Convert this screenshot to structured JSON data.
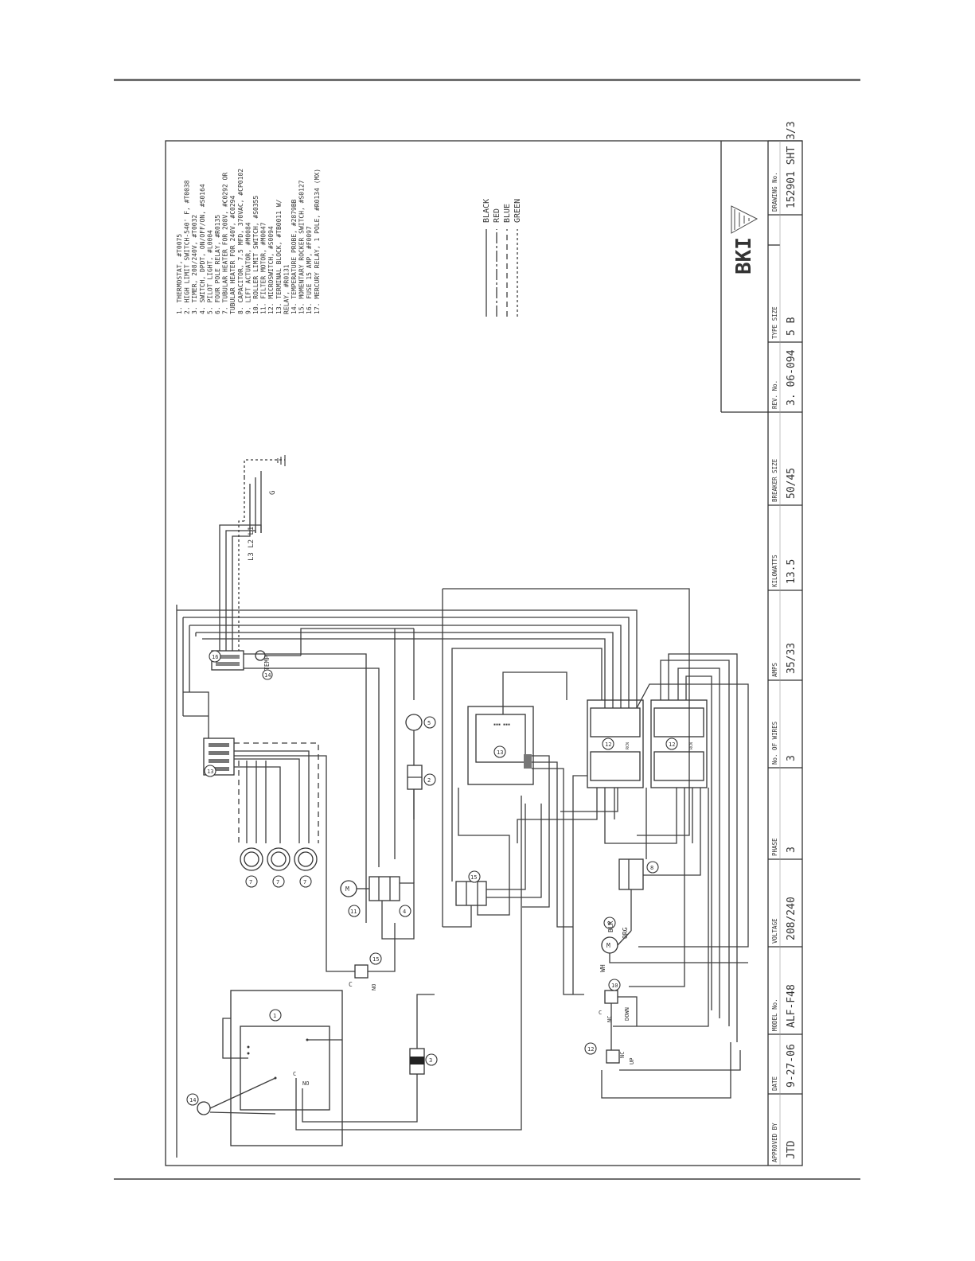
{
  "legend": {
    "parts": [
      "1. THERMOSTAT, #T0075",
      "2. HIGH LIMIT SWITCH-540' F, #T0038",
      "3. TIMER, 208/240V, #T0032",
      "4. SWITCH, DPDT, ON/OFF/ON, #S0164",
      "5. PILOT LIGHT, #L0004",
      "6. FOUR POLE RELAY, #R0135",
      "7. TUBULAR HEATER FOR 208V, #C0292 OR",
      "   TUBULAR HEATER FOR 240V, #C0294",
      "8. CAPACITOR, 7.5 MFD, 370VAC, #CP0102",
      "9. LIFT ACTUATOR, #M0084",
      "10. ROLLER LIMIT SWITCH, #S0355",
      "11. FILTER MOTOR, #M0047",
      "12. MICROSWITCH, #S0094",
      "13. TERMINAL BLOCK, #TB0011 W/",
      "    RELAY, #R0131",
      "14. TEMPERATURE PROBE, #2879BB",
      "15. MOMENTARY ROCKER SWITCH, #S0127",
      "16. FUSE 15 AMP, #F0097",
      "17. MERCURY RELAY, 1 POLE, #R0134 (MX)"
    ],
    "wire_colors": [
      "BLACK",
      "RED",
      "BLUE",
      "GREEN"
    ]
  },
  "diagram": {
    "supply": "L3 L2 L1",
    "ground": "G",
    "motor": "M",
    "actuator_wires": [
      "WH",
      "BLK",
      "ORG"
    ],
    "switch_down": {
      "c": "C",
      "nc": "NC",
      "pos": "DOWN"
    },
    "switch_up": {
      "nc": "NC",
      "pos": "UP"
    },
    "switch_13": {
      "c": "C",
      "no": "NO"
    },
    "thermostat_terms": {
      "c": "C",
      "no": "NO"
    },
    "relay_label": "RCN",
    "probe_label": "TEMP"
  },
  "title_block": {
    "logo": "BKI",
    "fields": [
      {
        "label": "APPROVED BY",
        "value": "JTD"
      },
      {
        "label": "DATE",
        "value": "9-27-06"
      },
      {
        "label": "MODEL No.",
        "value": "ALF-F48"
      },
      {
        "label": "VOLTAGE",
        "value": "208/240"
      },
      {
        "label": "PHASE",
        "value": "3"
      },
      {
        "label": "No. OF WIRES",
        "value": "3"
      },
      {
        "label": "AMPS",
        "value": "35/33"
      },
      {
        "label": "KILOWATTS",
        "value": "13.5"
      },
      {
        "label": "BREAKER SIZE",
        "value": "50/45"
      },
      {
        "label": "REV. No.",
        "value": "3.  06-094"
      },
      {
        "label": "TYPE SIZE",
        "value": "5  B"
      },
      {
        "label": "DRAWING No.",
        "value": "152901  SHT 3/3"
      }
    ]
  }
}
